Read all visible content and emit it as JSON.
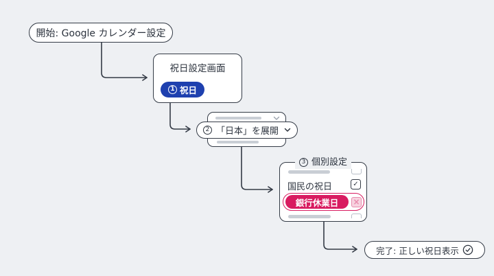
{
  "colors": {
    "bg": "#eef0f3",
    "surface": "#ffffff",
    "border": "#333a45",
    "text": "#2c333e",
    "blue": "#1e40af",
    "red": "#d81b60",
    "red-light": "#f7d3e0",
    "red-x": "#e78bac",
    "skeleton": "#c9ced5",
    "gray-icon": "#9aa2ad",
    "partial": "#b9bfc8"
  },
  "flow": {
    "start": {
      "label": "開始: Google カレンダー設定"
    },
    "screen": {
      "title": "祝日設定画面",
      "step": "1",
      "button_label": "祝日"
    },
    "expand": {
      "step": "2",
      "label": "「日本」を展開"
    },
    "settings": {
      "step": "3",
      "title": "個別設定",
      "rows": [
        {
          "label": "国民の祝日",
          "state": "checked"
        },
        {
          "label": "銀行休業日",
          "state": "excluded"
        }
      ]
    },
    "end": {
      "label": "完了: 正しい祝日表示"
    }
  },
  "icons": {
    "check": "✓",
    "cross": "×"
  }
}
